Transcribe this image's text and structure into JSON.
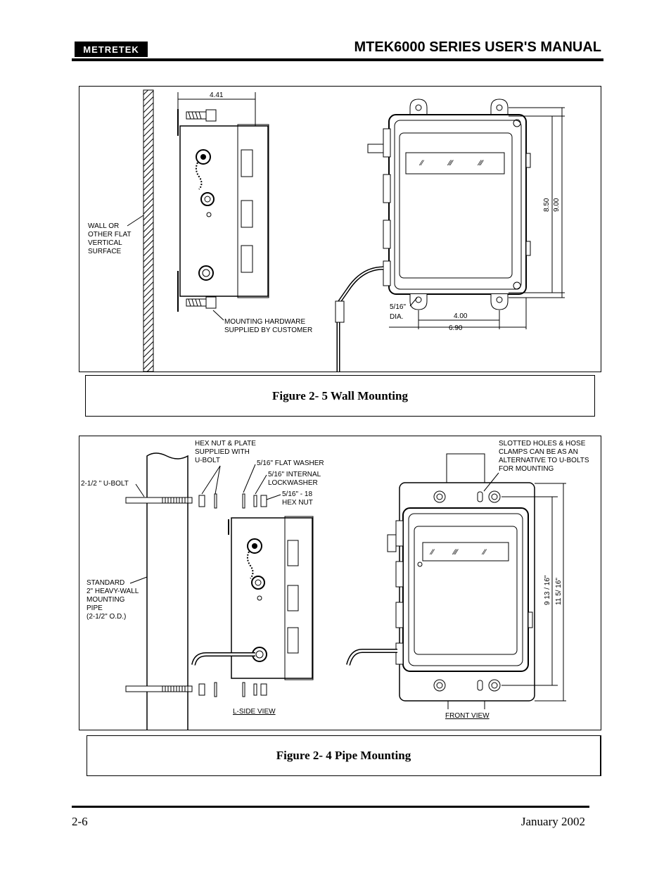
{
  "header": {
    "logo_text": "METRETEK",
    "title": "MTEK6000 SERIES USER'S MANUAL"
  },
  "figure_wall": {
    "labels": {
      "width_dim": "4.41",
      "wall_line1": "WALL OR",
      "wall_line2": "OTHER FLAT",
      "wall_line3": "VERTICAL",
      "wall_line4": "SURFACE",
      "hardware_line1": "MOUNTING HARDWARE",
      "hardware_line2": "SUPPLIED BY CUSTOMER",
      "dia_line1": "5/16\"",
      "dia_line2": "DIA.",
      "dim_inner": "4.00",
      "dim_outer": "6.90",
      "dim_h1": "8.50",
      "dim_h2": "9.00"
    },
    "caption": "Figure 2- 5  Wall Mounting"
  },
  "figure_pipe": {
    "labels": {
      "hexnut_line1": "HEX NUT & PLATE",
      "hexnut_line2": "SUPPLIED WITH",
      "hexnut_line3": "U-BOLT",
      "washer": "5/16\" FLAT WASHER",
      "lock_line1": "5/16\" INTERNAL",
      "lock_line2": "LOCKWASHER",
      "nut_line1": "5/16\" - 18",
      "nut_line2": "HEX NUT",
      "ubolt": "2-1/2 \" U-BOLT",
      "pipe_line1": "STANDARD",
      "pipe_line2": "2\" HEAVY-WALL",
      "pipe_line3": "MOUNTING",
      "pipe_line4": "PIPE",
      "pipe_line5": "(2-1/2\" O.D.)",
      "slot_line1": "SLOTTED HOLES & HOSE",
      "slot_line2": "CLAMPS CAN BE AS AN",
      "slot_line3": "ALTERNATIVE TO U-BOLTS",
      "slot_line4": "FOR MOUNTING",
      "dim_v1": "9 13 / 16\"",
      "dim_v2": "11 5/ 16\"",
      "side_view": "L-SIDE VIEW",
      "front_view": "FRONT VIEW"
    },
    "caption": "Figure 2- 4  Pipe Mounting"
  },
  "footer": {
    "page": "2-6",
    "date": "January 2002"
  }
}
